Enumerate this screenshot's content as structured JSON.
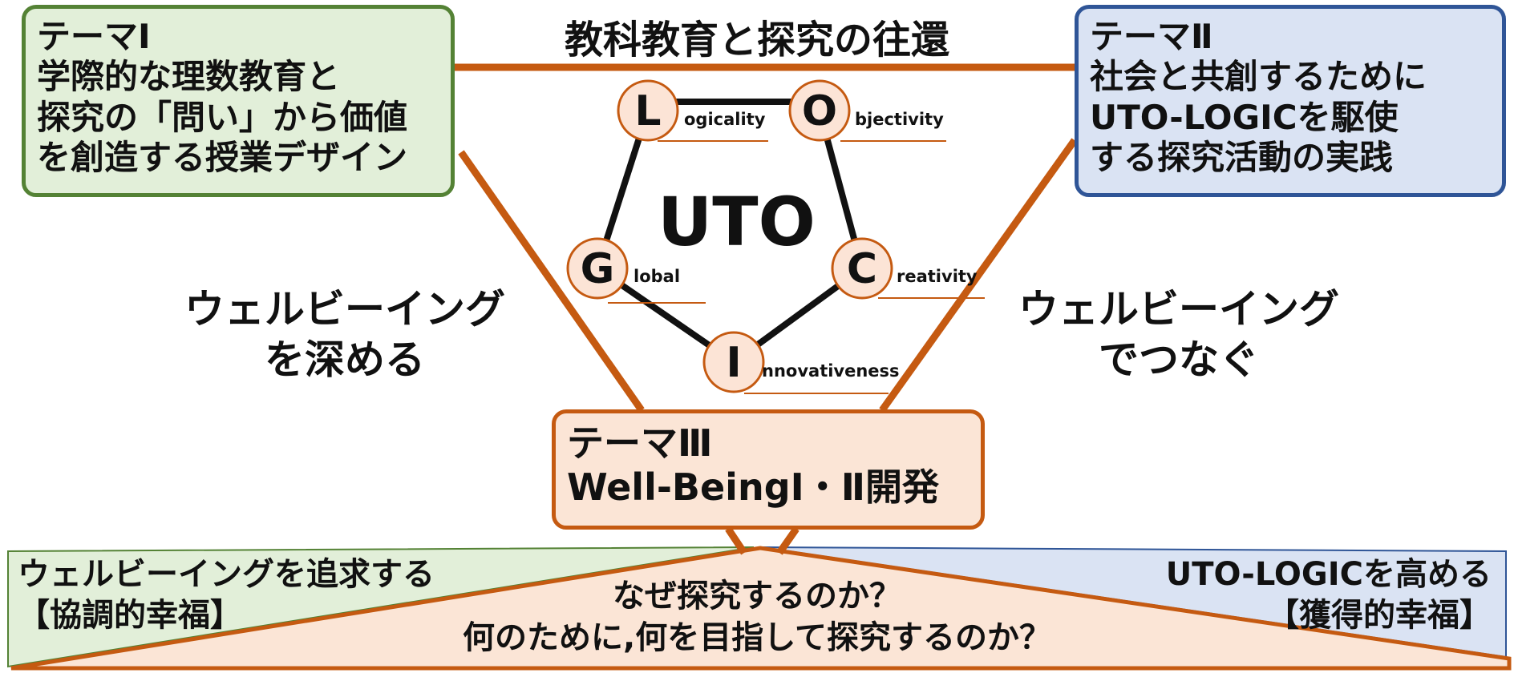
{
  "top_title": "教科教育と探究の往還",
  "theme1": {
    "lines": [
      "テーマⅠ",
      "学際的な理数教育と",
      "探究の「問い」から価値",
      "を創造する授業デザイン"
    ]
  },
  "theme2": {
    "lines": [
      "テーマⅡ",
      "社会と共創するために",
      "UTO-LOGICを駆使",
      "する探究活動の実践"
    ]
  },
  "theme3": {
    "lines": [
      "テーマⅢ",
      "Well-BeingⅠ・Ⅱ開発"
    ]
  },
  "left_label": {
    "lines": [
      "ウェルビーイング",
      "を深める"
    ]
  },
  "right_label": {
    "lines": [
      "ウェルビーイング",
      "でつなぐ"
    ]
  },
  "uto": {
    "title": "UTO",
    "nodes": [
      {
        "letter": "L",
        "rest": "ogicality"
      },
      {
        "letter": "O",
        "rest": "bjectivity"
      },
      {
        "letter": "C",
        "rest": "reativity"
      },
      {
        "letter": "I",
        "rest": "nnovativeness"
      },
      {
        "letter": "G",
        "rest": "lobal"
      }
    ]
  },
  "bottom": {
    "left_lines": [
      "ウェルビーイングを追求する",
      "【協調的幸福】"
    ],
    "right_lines": [
      "UTO-LOGICを高める",
      "【獲得的幸福】"
    ],
    "question_lines": [
      "なぜ探究するのか？",
      "何のために,何を目指して探究するのか？"
    ]
  },
  "colors": {
    "line": "#c55a11",
    "green_fill": "#e2efd9",
    "green_border": "#548235",
    "blue_fill": "#dae3f3",
    "blue_border": "#2f5597",
    "orange_fill": "#fbe5d6",
    "node_fill": "#fce4d6"
  }
}
